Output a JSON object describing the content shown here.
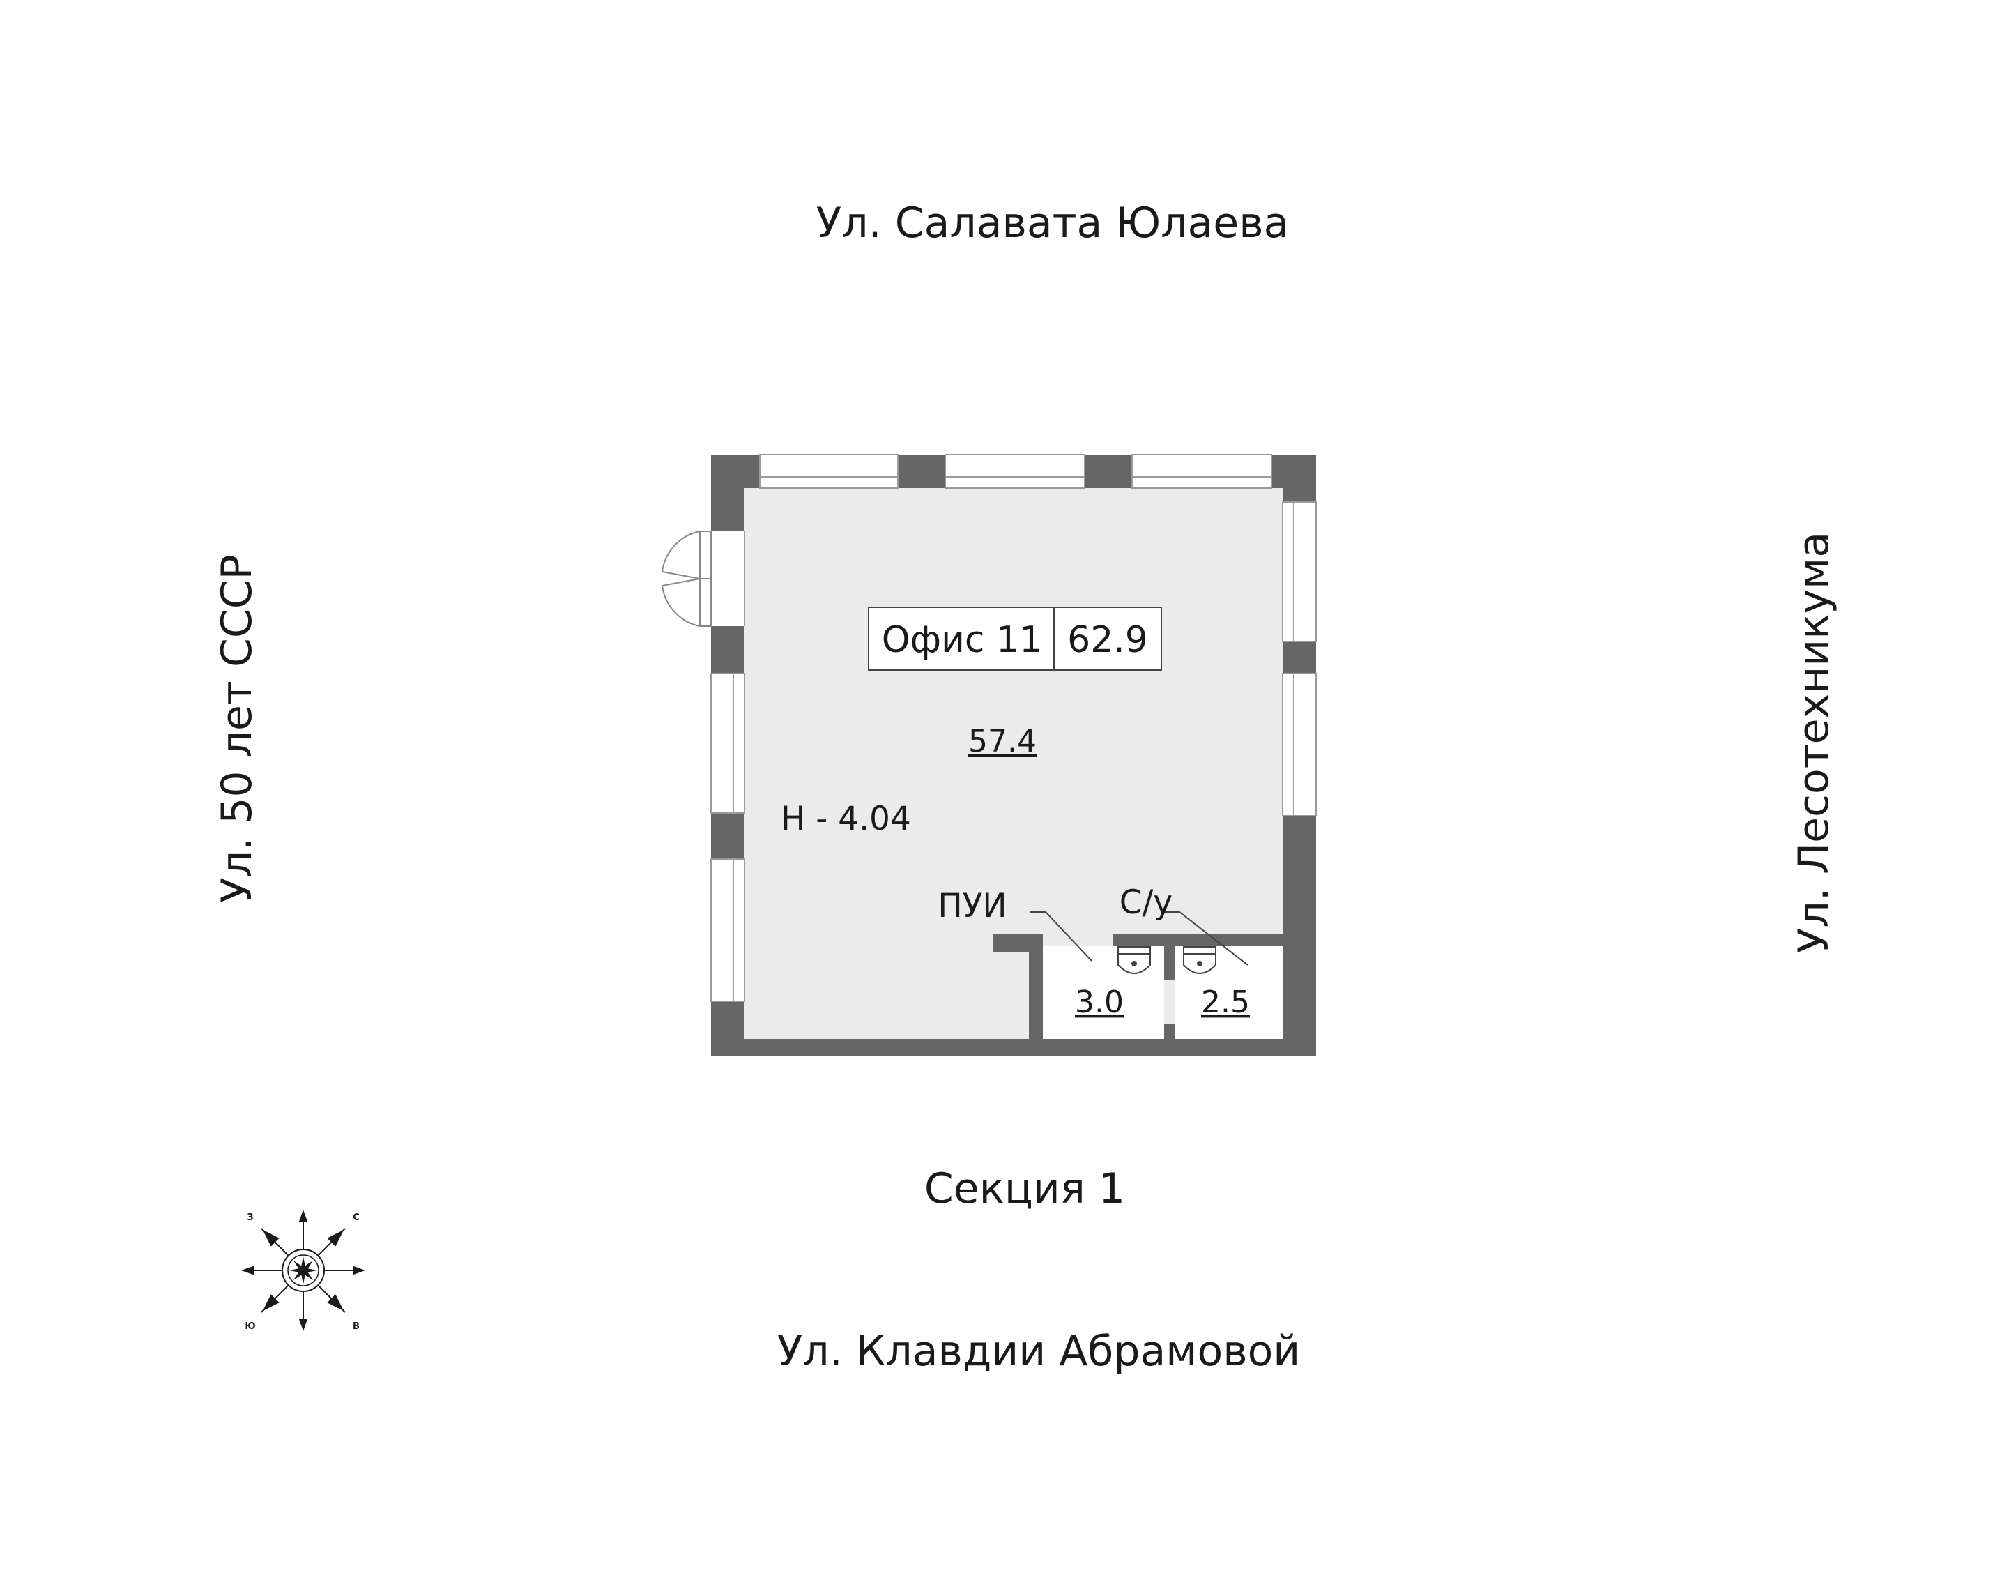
{
  "streets": {
    "north": "Ул. Салавата Юлаева",
    "south": "Ул. Клавдии Абрамовой",
    "west": "Ул. 50 лет СССР",
    "east": "Ул. Лесотехникума"
  },
  "section": "Секция 1",
  "office": {
    "name": "Офис 11",
    "total_area": "62.9"
  },
  "rooms": {
    "main_area": "57.4",
    "ceiling_height": "Н - 4.04",
    "pui_label": "ПУИ",
    "pui_area": "3.0",
    "wc_label": "С/у",
    "wc_area": "2.5"
  },
  "compass": {
    "n": "С",
    "e": "В",
    "s": "Ю",
    "w": "З"
  },
  "colors": {
    "wall": "#666666",
    "floor": "#ebebeb",
    "window_frame": "#9a9a9a",
    "text": "#1a1a1a"
  }
}
